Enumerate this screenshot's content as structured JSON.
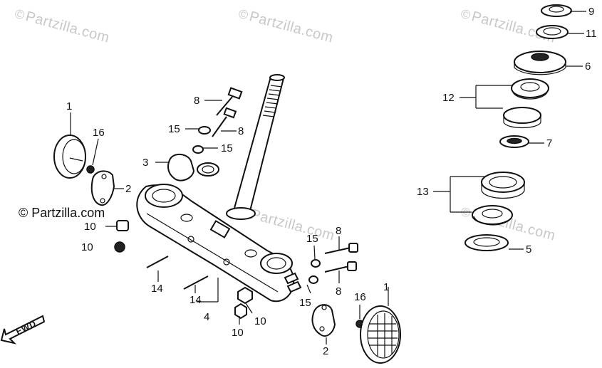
{
  "watermark": {
    "copy_symbol": "©",
    "brand": "Partzilla.com"
  },
  "side_watermark": {
    "text": "© Partzilla.com"
  },
  "fwd_label": "FWD",
  "callouts": {
    "c1a": "1",
    "c1b": "1",
    "c2a": "2",
    "c2b": "2",
    "c3": "3",
    "c4": "4",
    "c5": "5",
    "c6": "6",
    "c7": "7",
    "c8a": "8",
    "c8b": "8",
    "c8c": "8",
    "c8d": "8",
    "c9": "9",
    "c10a": "10",
    "c10b": "10",
    "c10c": "10",
    "c10d": "10",
    "c11": "11",
    "c12": "12",
    "c13": "13",
    "c14a": "14",
    "c14b": "14",
    "c15a": "15",
    "c15b": "15",
    "c15c": "15",
    "c15d": "15",
    "c16a": "16",
    "c16b": "16"
  }
}
